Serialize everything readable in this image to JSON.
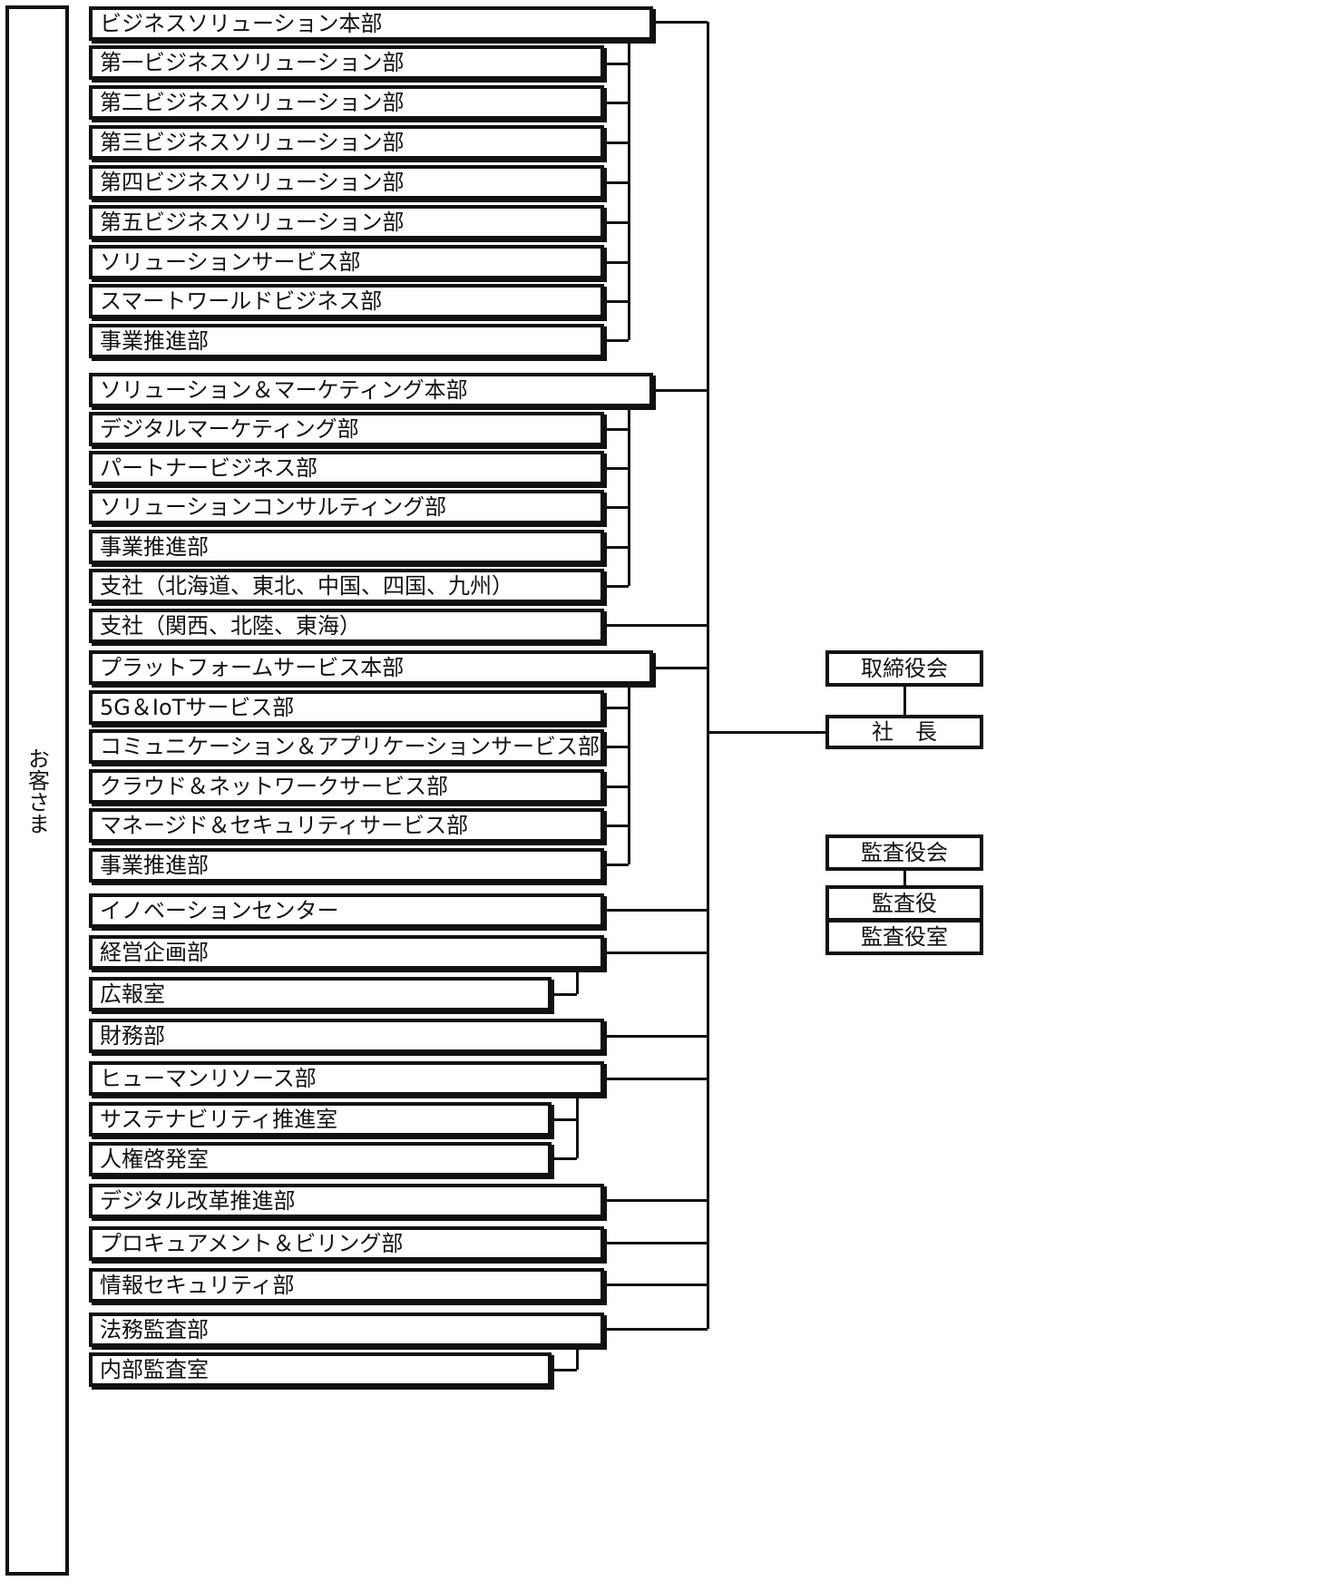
{
  "customers": "お客さま",
  "executive": {
    "board": "取締役会",
    "president": "社　長",
    "audit_board": "監査役会",
    "auditor": "監査役",
    "auditor_office": "監査役室"
  },
  "departments": [
    "ビジネスソリューション本部",
    "第一ビジネスソリューション部",
    "第二ビジネスソリューション部",
    "第三ビジネスソリューション部",
    "第四ビジネスソリューション部",
    "第五ビジネスソリューション部",
    "ソリューションサービス部",
    "スマートワールドビジネス部",
    "事業推進部",
    "ソリューション＆マーケティング本部",
    "デジタルマーケティング部",
    "パートナービジネス部",
    "ソリューションコンサルティング部",
    "事業推進部",
    "支社（北海道、東北、中国、四国、九州）",
    "支社（関西、北陸、東海）",
    "プラットフォームサービス本部",
    "5G＆IoTサービス部",
    "コミュニケーション＆アプリケーションサービス部",
    "クラウド＆ネットワークサービス部",
    "マネージド＆セキュリティサービス部",
    "事業推進部",
    "イノベーションセンター",
    "経営企画部",
    "広報室",
    "財務部",
    "ヒューマンリソース部",
    "サステナビリティ推進室",
    "人権啓発室",
    "デジタル改革推進部",
    "プロキュアメント＆ビリング部",
    "情報セキュリティ部",
    "法務監査部",
    "内部監査室"
  ]
}
